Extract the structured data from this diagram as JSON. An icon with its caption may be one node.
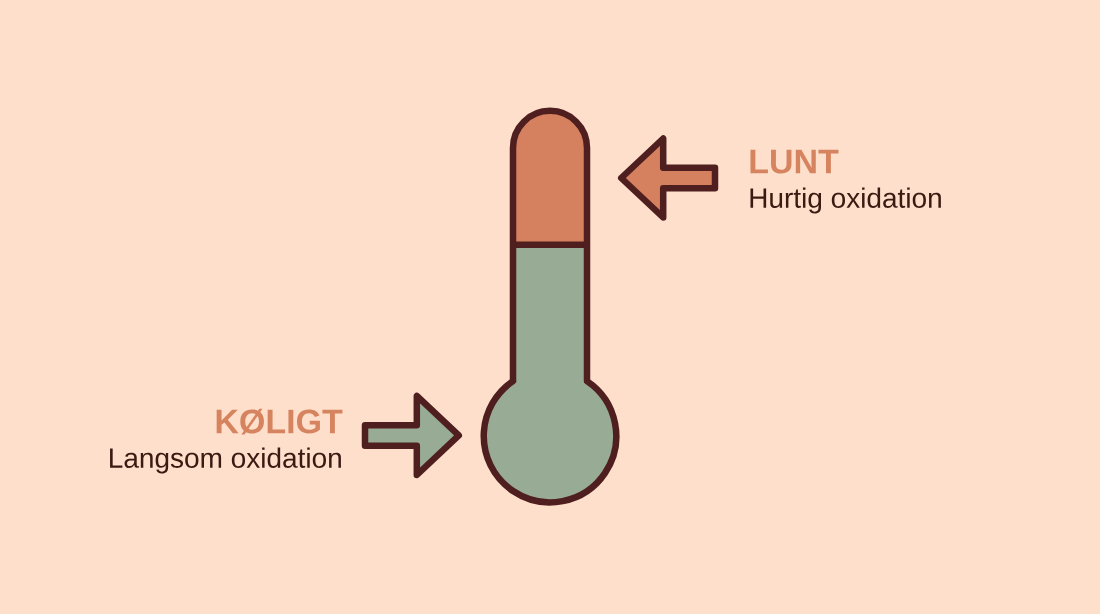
{
  "diagram": {
    "nodes": [
      {
        "text": [],
        "shape": "picture"
      },
      {
        "text": [
          "LUNT",
          "Hurtig oxidation"
        ]
      },
      {
        "text": [
          "KØLIGT",
          "Langsom oxidation"
        ]
      }
    ],
    "edges": [
      {
        "from": 1,
        "to": 0,
        "arrow": "to",
        "color": "#d5805f"
      },
      {
        "from": 2,
        "to": 0,
        "arrow": "to",
        "color": "#97ab95"
      }
    ]
  }
}
